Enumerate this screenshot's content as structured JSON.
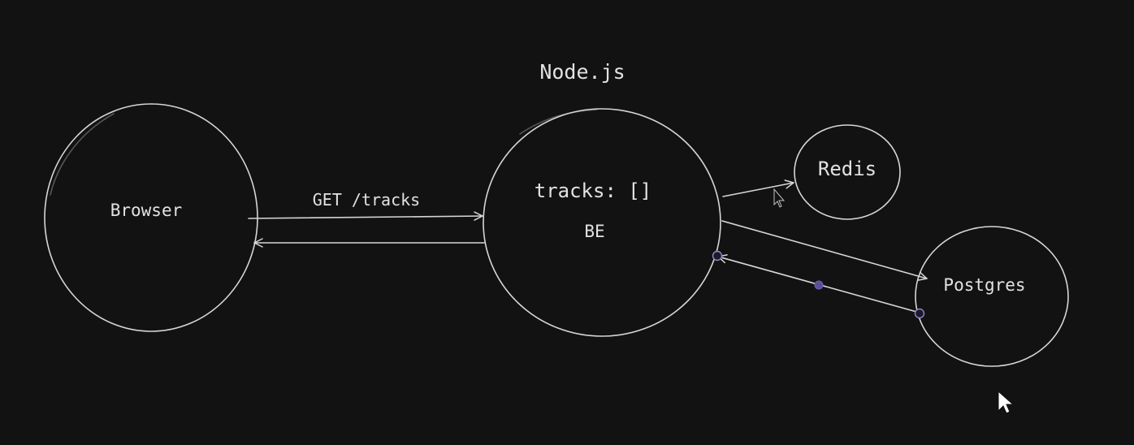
{
  "diagram": {
    "nodes": {
      "browser": {
        "label": "Browser"
      },
      "backend": {
        "title": "Node.js",
        "state_label": "tracks: []",
        "role_label": "BE"
      },
      "redis": {
        "label": "Redis"
      },
      "postgres": {
        "label": "Postgres"
      }
    },
    "edges": {
      "request_label": "GET /tracks"
    }
  },
  "colors": {
    "background": "#121212",
    "stroke": "#d6d6d6",
    "text": "#e2e2e2",
    "selection_handle": "#8f86c9"
  },
  "icons": [
    "mouse-pointer-icon",
    "mouse-pointer-icon"
  ]
}
